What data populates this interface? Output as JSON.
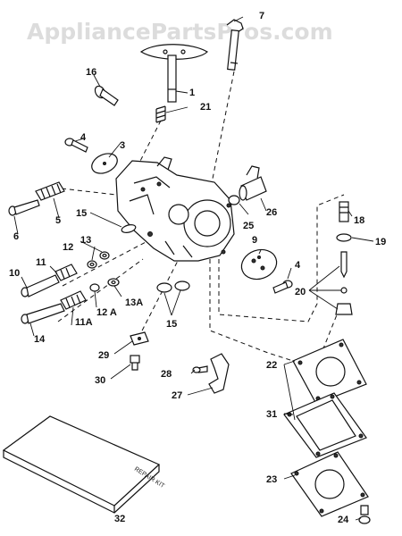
{
  "watermark": "AppliancePartsPros.com",
  "kit_label": "REPAIR KIT",
  "callouts": {
    "c1": "1",
    "c3": "3",
    "c4a": "4",
    "c4b": "4",
    "c5": "5",
    "c6": "6",
    "c7": "7",
    "c9": "9",
    "c10": "10",
    "c11": "11",
    "c11a": "11A",
    "c12": "12",
    "c12a": "12 A",
    "c13": "13",
    "c13a": "13A",
    "c14": "14",
    "c15a": "15",
    "c15b": "15",
    "c16": "16",
    "c18": "18",
    "c19": "19",
    "c20": "20",
    "c21": "21",
    "c22": "22",
    "c23": "23",
    "c24": "24",
    "c25": "25",
    "c26": "26",
    "c27": "27",
    "c28": "28",
    "c29": "29",
    "c30": "30",
    "c31": "31",
    "c32": "32"
  }
}
